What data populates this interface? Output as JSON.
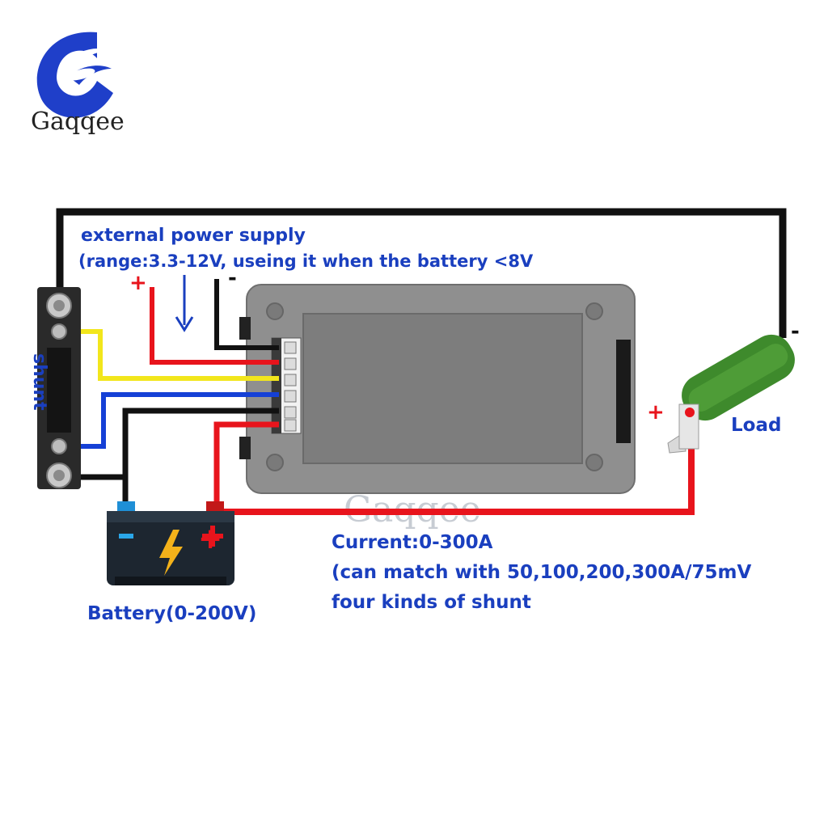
{
  "brand": {
    "name": "Gaqqee",
    "logo_color": "#1f3fc9"
  },
  "labels": {
    "external_power_line1": "external power supply",
    "external_power_line2": "(range:3.3-12V, useing it when the battery <8V",
    "shunt": "shunt",
    "load": "Load",
    "battery": "Battery(0-200V)",
    "current_line1": "Current:0-300A",
    "current_line2": "(can match with 50,100,200,300A/75mV",
    "current_line3": "four kinds of shunt"
  },
  "signs": {
    "plus": "+",
    "minus": "-"
  },
  "wire_colors": {
    "black": "#111111",
    "red": "#e8141c",
    "yellow": "#f2e61c",
    "blue": "#1540d6"
  },
  "colors": {
    "label_blue": "#1a3fbf",
    "sign_red": "#e8141c",
    "meter_body": "#8f8f8f",
    "resistor_green": "#3e8a2c",
    "battery_body": "#1d2630"
  },
  "icons": {
    "logo": "gaqqee-logo-icon",
    "battery": "battery-icon",
    "bolt": "lightning-bolt-icon",
    "resistor": "resistor-load-icon",
    "shunt": "shunt-resistor-icon",
    "meter": "meter-module-icon",
    "arrow": "arrow-down-icon"
  }
}
